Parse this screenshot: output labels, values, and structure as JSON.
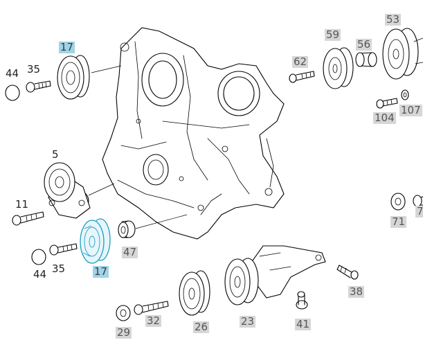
{
  "callouts": {
    "c17_top": "17",
    "c44_top": "44",
    "c35_top": "35",
    "c59": "59",
    "c56": "56",
    "c53": "53",
    "c62": "62",
    "c104": "104",
    "c107": "107",
    "c5": "5",
    "c11": "11",
    "c71": "71",
    "c7": "7",
    "c47": "47",
    "c44_bottom": "44",
    "c35_bottom": "35",
    "c17_bottom": "17",
    "c38": "38",
    "c41": "41",
    "c23": "23",
    "c26": "26",
    "c32": "32",
    "c29": "29"
  },
  "colors": {
    "highlight_fill": "#9fd3e8",
    "highlight_stroke": "#1e9cc4",
    "label_grey": "#d6d6d6"
  }
}
